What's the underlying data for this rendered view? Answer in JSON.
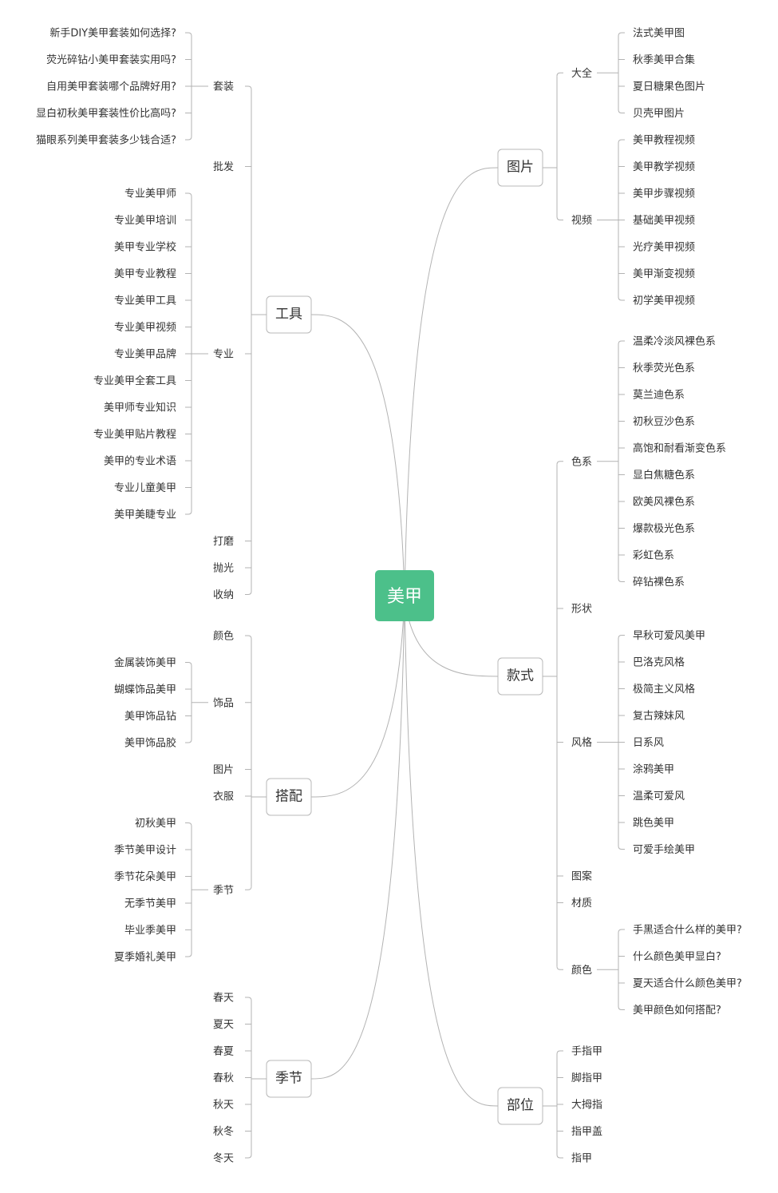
{
  "root": {
    "label": "美甲",
    "color": "#4cc08a"
  },
  "colors": {
    "edge": "#b3b3b3",
    "box_border": "#b8b8b8",
    "text": "#333333"
  },
  "branches": [
    {
      "id": "gongju",
      "label": "工具",
      "side": "left",
      "children": [
        {
          "label": "套装",
          "children": [
            "新手DIY美甲套装如何选择?",
            "荧光碎钻小美甲套装实用吗?",
            "自用美甲套装哪个品牌好用?",
            "显白初秋美甲套装性价比高吗?",
            "猫眼系列美甲套装多少钱合适?"
          ]
        },
        {
          "label": "批发",
          "children": []
        },
        {
          "label": "专业",
          "children": [
            "专业美甲师",
            "专业美甲培训",
            "美甲专业学校",
            "美甲专业教程",
            "专业美甲工具",
            "专业美甲视频",
            "专业美甲品牌",
            "专业美甲全套工具",
            "美甲师专业知识",
            "专业美甲贴片教程",
            "美甲的专业术语",
            "专业儿童美甲",
            "美甲美睫专业"
          ]
        },
        {
          "label": "打磨",
          "children": []
        },
        {
          "label": "抛光",
          "children": []
        },
        {
          "label": "收纳",
          "children": []
        }
      ]
    },
    {
      "id": "dapei",
      "label": "搭配",
      "side": "left",
      "children": [
        {
          "label": "颜色",
          "children": []
        },
        {
          "label": "饰品",
          "children": [
            "金属装饰美甲",
            "蝴蝶饰品美甲",
            "美甲饰品钻",
            "美甲饰品胶"
          ]
        },
        {
          "label": "图片",
          "children": []
        },
        {
          "label": "衣服",
          "children": []
        },
        {
          "label": "季节",
          "children": [
            "初秋美甲",
            "季节美甲设计",
            "季节花朵美甲",
            "无季节美甲",
            "毕业季美甲",
            "夏季婚礼美甲"
          ]
        }
      ]
    },
    {
      "id": "jijie",
      "label": "季节",
      "side": "left",
      "children": [
        {
          "label": "春天",
          "children": []
        },
        {
          "label": "夏天",
          "children": []
        },
        {
          "label": "春夏",
          "children": []
        },
        {
          "label": "春秋",
          "children": []
        },
        {
          "label": "秋天",
          "children": []
        },
        {
          "label": "秋冬",
          "children": []
        },
        {
          "label": "冬天",
          "children": []
        }
      ]
    },
    {
      "id": "tupian",
      "label": "图片",
      "side": "right",
      "children": [
        {
          "label": "大全",
          "children": [
            "法式美甲图",
            "秋季美甲合集",
            "夏日糖果色图片",
            "贝壳甲图片"
          ]
        },
        {
          "label": "视频",
          "children": [
            "美甲教程视频",
            "美甲教学视频",
            "美甲步骤视频",
            "基础美甲视频",
            "光疗美甲视频",
            "美甲渐变视频",
            "初学美甲视频"
          ]
        }
      ]
    },
    {
      "id": "kuanshi",
      "label": "款式",
      "side": "right",
      "children": [
        {
          "label": "色系",
          "children": [
            "温柔冷淡风裸色系",
            "秋季荧光色系",
            "莫兰迪色系",
            "初秋豆沙色系",
            "高饱和耐看渐变色系",
            "显白焦糖色系",
            "欧美风裸色系",
            "爆款极光色系",
            "彩虹色系",
            "碎钻裸色系"
          ]
        },
        {
          "label": "形状",
          "children": []
        },
        {
          "label": "风格",
          "children": [
            "早秋可爱风美甲",
            "巴洛克风格",
            "极简主义风格",
            "复古辣妹风",
            "日系风",
            "涂鸦美甲",
            "温柔可爱风",
            "跳色美甲",
            "可爱手绘美甲"
          ]
        },
        {
          "label": "图案",
          "children": []
        },
        {
          "label": "材质",
          "children": []
        },
        {
          "label": "颜色",
          "children": [
            "手黑适合什么样的美甲?",
            "什么颜色美甲显白?",
            "夏天适合什么颜色美甲?",
            "美甲颜色如何搭配?"
          ]
        }
      ]
    },
    {
      "id": "buwei",
      "label": "部位",
      "side": "right",
      "children": [
        {
          "label": "手指甲",
          "children": []
        },
        {
          "label": "脚指甲",
          "children": []
        },
        {
          "label": "大拇指",
          "children": []
        },
        {
          "label": "指甲盖",
          "children": []
        },
        {
          "label": "指甲",
          "children": []
        }
      ]
    }
  ]
}
